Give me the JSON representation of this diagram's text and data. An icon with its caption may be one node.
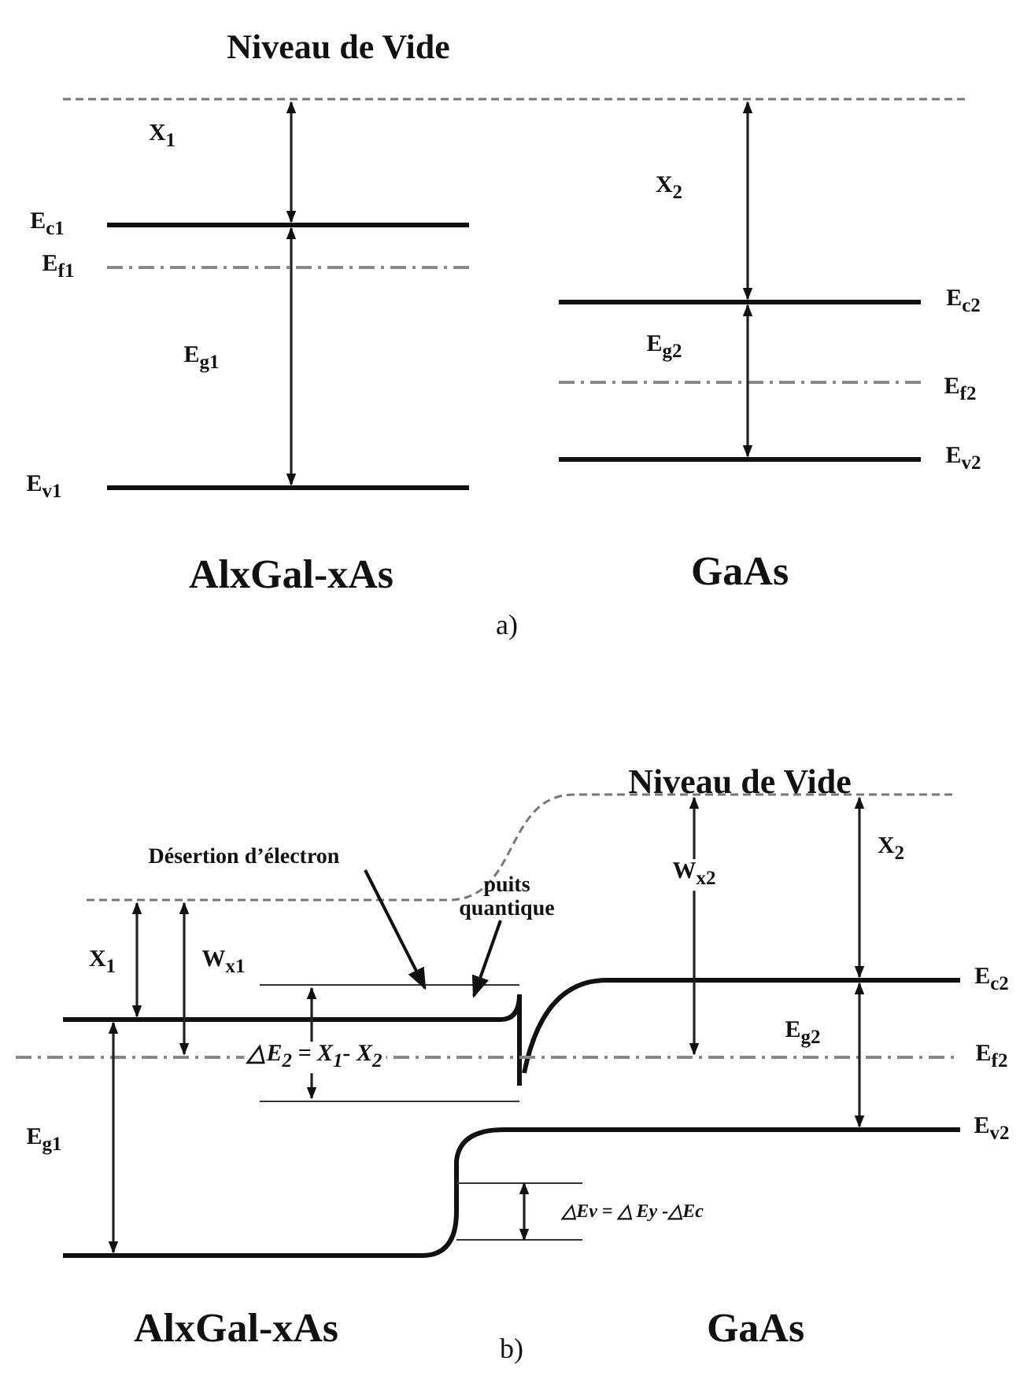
{
  "diagram": {
    "nodes": [
      {
        "text": [
          "Désertion d’électron"
        ]
      },
      {
        "text": [
          "puits quantique"
        ]
      }
    ],
    "edges": [
      {
        "from": 0,
        "to": null,
        "arrow": "to"
      },
      {
        "from": 1,
        "to": null,
        "arrow": "to"
      }
    ],
    "labels": [
      "Niveau de Vide",
      "X$_{1}$",
      "X$_{2}$",
      "E$_{c1}$",
      "E$_{f1}$",
      "E$_{c2}$",
      "E$_{g1}$",
      "E$_{g2}$",
      "E$_{f2}$",
      "E$_{v1}$",
      "E$_{v2}$",
      "AlxGal-xAs",
      "GaAs",
      "a)",
      "Niveau de Vide",
      "X$_{2}$",
      "W$_{x2}$",
      "X$_{1}$",
      "W$_{x1}$",
      "E$_{c2}$",
      "△E$_{2}$ = X$_{1}$- X$_{2}$",
      "E$_{g2}$",
      "E$_{f2}$",
      "E$_{g1}$",
      "E$_{v2}$",
      "△Ev = △ Ey -△Ec",
      "AlxGal-xAs",
      "b)",
      "GaAs"
    ]
  }
}
